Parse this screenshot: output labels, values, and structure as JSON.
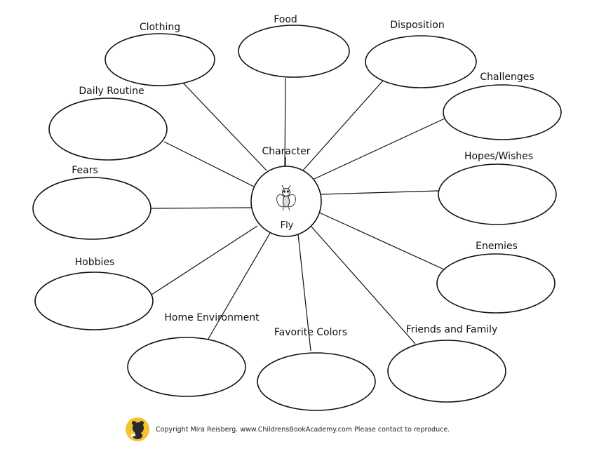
{
  "center": {
    "header": "Character",
    "label": "Fly",
    "icon": "fly-icon"
  },
  "categories": [
    "Clothing",
    "Food",
    "Disposition",
    "Challenges",
    "Daily Routine",
    "Hopes/Wishes",
    "Fears",
    "Enemies",
    "Hobbies",
    "Home Environment",
    "Favorite Colors",
    "Friends and Family"
  ],
  "footer": {
    "text": "Copyright Mira Reisberg. www.ChildrensBookAcademy.com  Please contact to reproduce.",
    "logo_icon": "bear-logo-icon",
    "logo_color": "#f2c230"
  }
}
